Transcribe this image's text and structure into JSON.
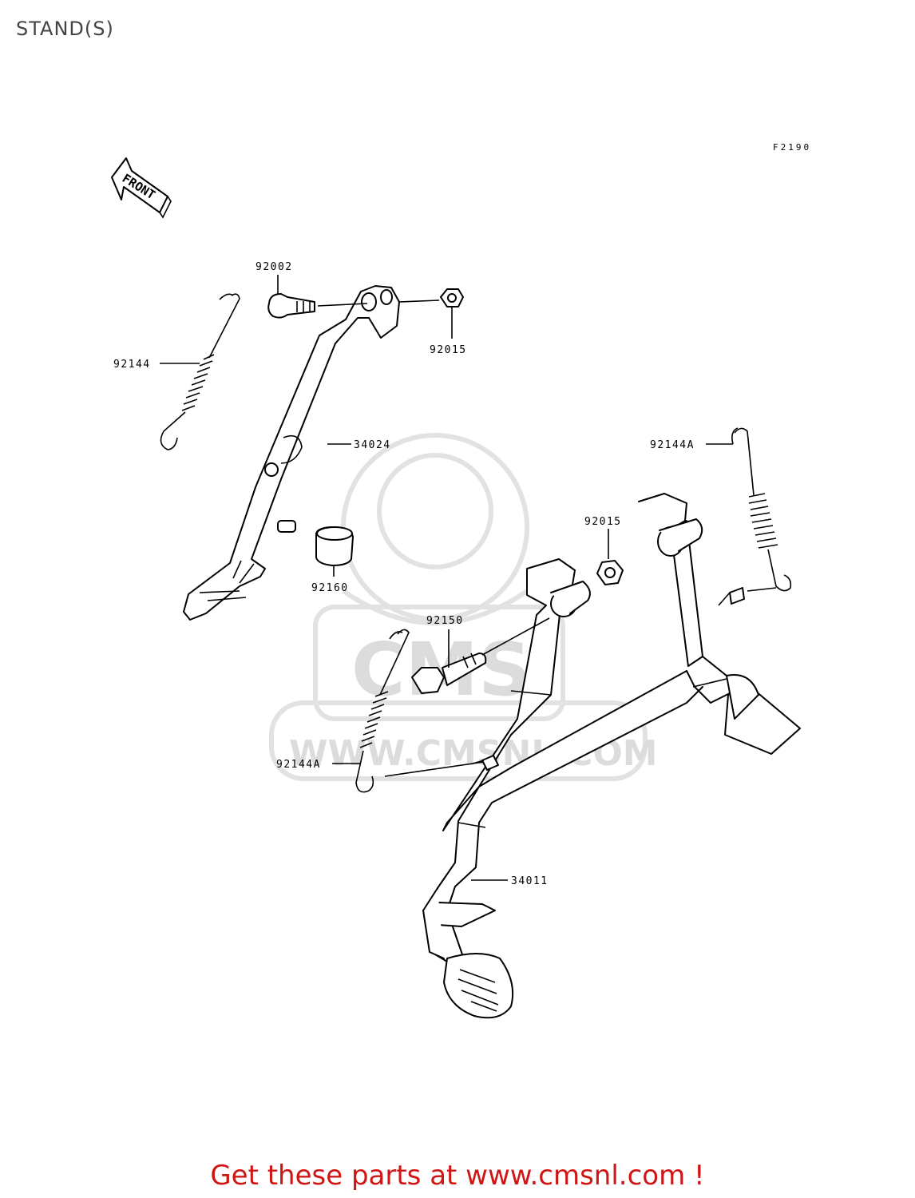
{
  "page": {
    "title": "STAND(S)",
    "diagram_code": "F2190",
    "footer": "Get these parts at www.cmsnl.com !"
  },
  "diagram": {
    "front_arrow_label": "FRONT",
    "watermark_letters": "CMS",
    "watermark_url": "WWW.CMSNL.COM",
    "callouts": {
      "c92002": "92002",
      "c92015a": "92015",
      "c92144": "92144",
      "c34024": "34024",
      "c92160": "92160",
      "c92144A_top": "92144A",
      "c92015b": "92015",
      "c92150": "92150",
      "c92144A_low": "92144A",
      "c34011": "34011"
    }
  },
  "colors": {
    "footer_text": "#d01515",
    "line_art": "#000000",
    "watermark": "#dcdcdc"
  }
}
